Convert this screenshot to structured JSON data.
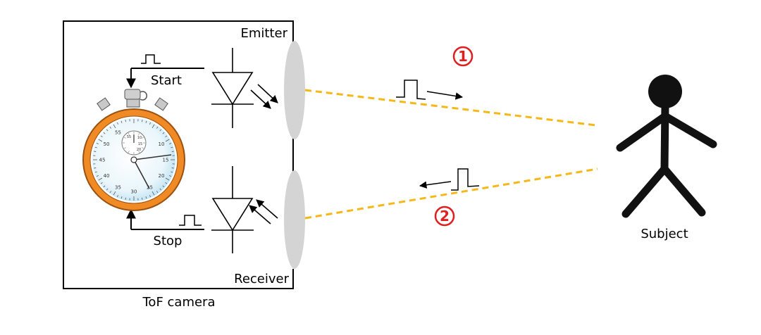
{
  "diagram": {
    "camera_label": "ToF camera",
    "emitter_label": "Emitter",
    "receiver_label": "Receiver",
    "start_label": "Start",
    "stop_label": "Stop",
    "subject_label": "Subject",
    "path_outgoing_number": "1",
    "path_return_number": "2",
    "beam_color": "#f5b818",
    "marker_color": "#e02020"
  },
  "stopwatch": {
    "outer_marks": [
      "10",
      "15",
      "20",
      "25",
      "30",
      "35",
      "40",
      "45",
      "50",
      "55"
    ],
    "inner_marks": [
      "55",
      "10",
      "15",
      "20"
    ],
    "case_color": "#f08a24",
    "face_color": "#cce9f6"
  },
  "icons": [
    "stopwatch-icon",
    "emitter-diode-icon",
    "receiver-diode-icon",
    "lens-icon",
    "stick-figure-icon",
    "pulse-icon",
    "arrow-icon"
  ]
}
